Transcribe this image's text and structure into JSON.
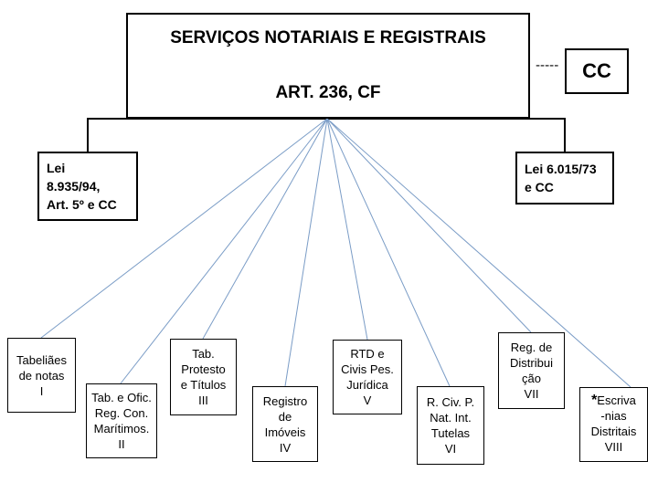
{
  "main_box": {
    "line1": "SERVIÇOS NOTARIAIS E REGISTRAIS",
    "line2": "ART. 236, CF"
  },
  "cc_box": "CC",
  "dashes": "-----",
  "law_left": "Lei\n8.935/94,\nArt. 5º e CC",
  "law_right": "Lei 6.015/73\ne CC",
  "leaves": [
    {
      "id": "tabeliaes",
      "text": "Tabeliães\nde notas\nI"
    },
    {
      "id": "tab-ofic",
      "text": "Tab. e Ofic.\nReg. Con.\nMarítimos.\nII"
    },
    {
      "id": "tab-protesto",
      "text": "Tab.\nProtesto\ne Títulos\nIII"
    },
    {
      "id": "registro-imoveis",
      "text": "Registro\nde\nImóveis\nIV"
    },
    {
      "id": "rtd",
      "text": "RTD e\nCivis Pes.\nJurídica\nV"
    },
    {
      "id": "r-civ",
      "text": "R. Civ. P.\nNat. Int.\nTutelas\nVI"
    },
    {
      "id": "reg-distribuicao",
      "text": "Reg. de\nDistribui\nção\nVII"
    },
    {
      "id": "escrivanias",
      "star": "*",
      "text": "Escriva\n-nias\nDistritais\nVIII"
    }
  ]
}
